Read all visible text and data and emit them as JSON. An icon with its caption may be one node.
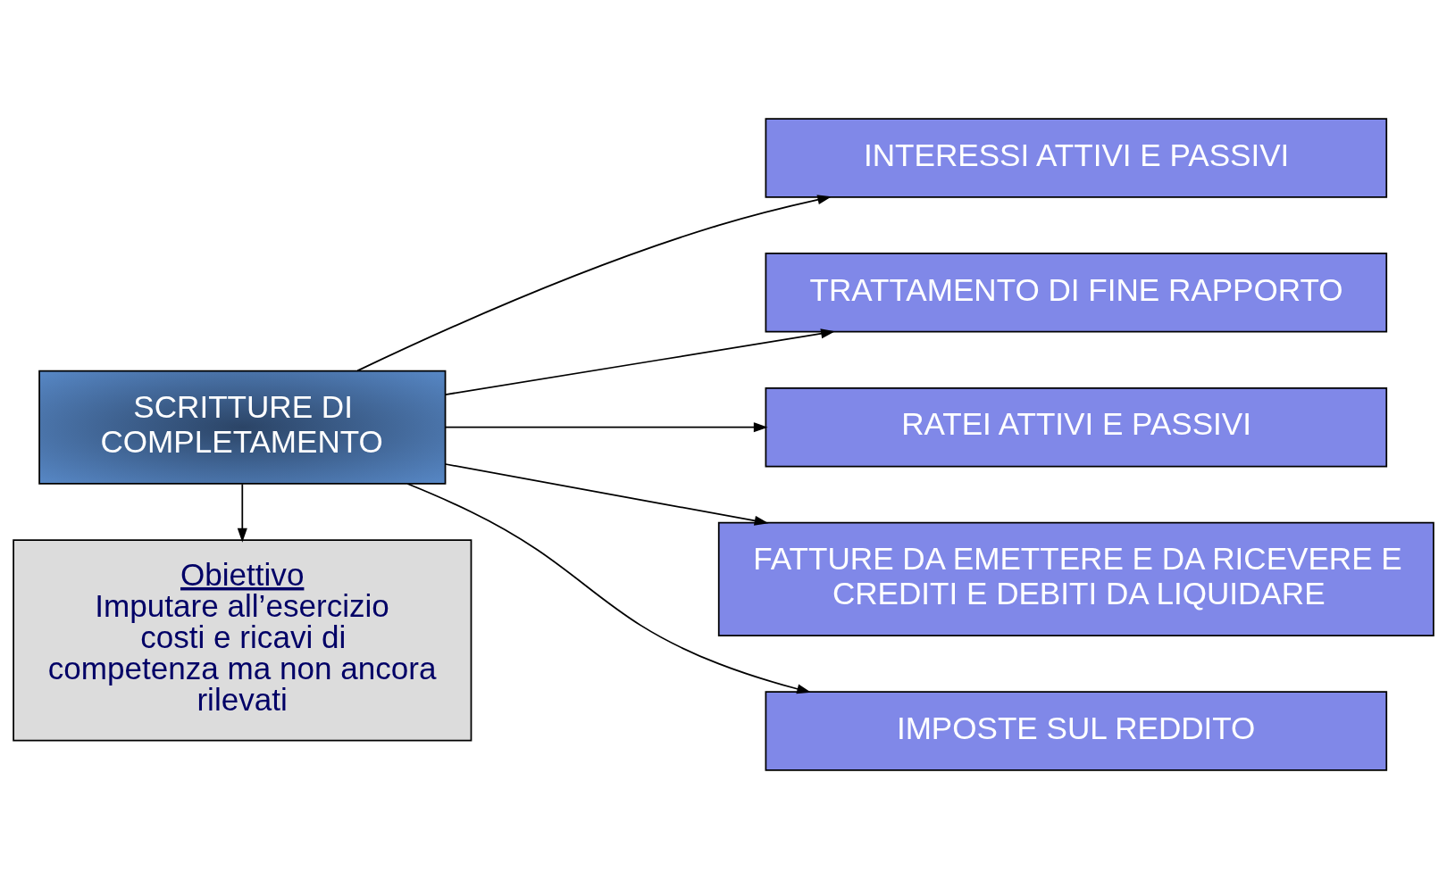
{
  "diagram": {
    "nodes": [
      {
        "text": [
          "SCRITTURE DI COMPLETAMENTO"
        ]
      },
      {
        "text": [
          "INTERESSI ATTIVI E PASSIVI"
        ]
      },
      {
        "text": [
          "TRATTAMENTO DI FINE RAPPORTO"
        ]
      },
      {
        "text": [
          "RATEI ATTIVI E PASSIVI"
        ]
      },
      {
        "text": [
          "FATTURE DA EMETTERE E DA RICEVERE E CREDITI E DEBITI DA LIQUIDARE"
        ]
      },
      {
        "text": [
          "IMPOSTE SUL REDDITO"
        ]
      },
      {
        "text": [
          "Obiettivo",
          "Imputare all’esercizio costi e ricavi di competenza ma non ancora rilevati"
        ]
      }
    ],
    "edges": [
      {
        "from": 0,
        "to": 1,
        "arrow": "to"
      },
      {
        "from": 0,
        "to": 2,
        "arrow": "to"
      },
      {
        "from": 0,
        "to": 3,
        "arrow": "to"
      },
      {
        "from": 0,
        "to": 4,
        "arrow": "to"
      },
      {
        "from": 0,
        "to": 5,
        "arrow": "to"
      },
      {
        "from": 0,
        "to": 6,
        "arrow": "to"
      }
    ]
  }
}
